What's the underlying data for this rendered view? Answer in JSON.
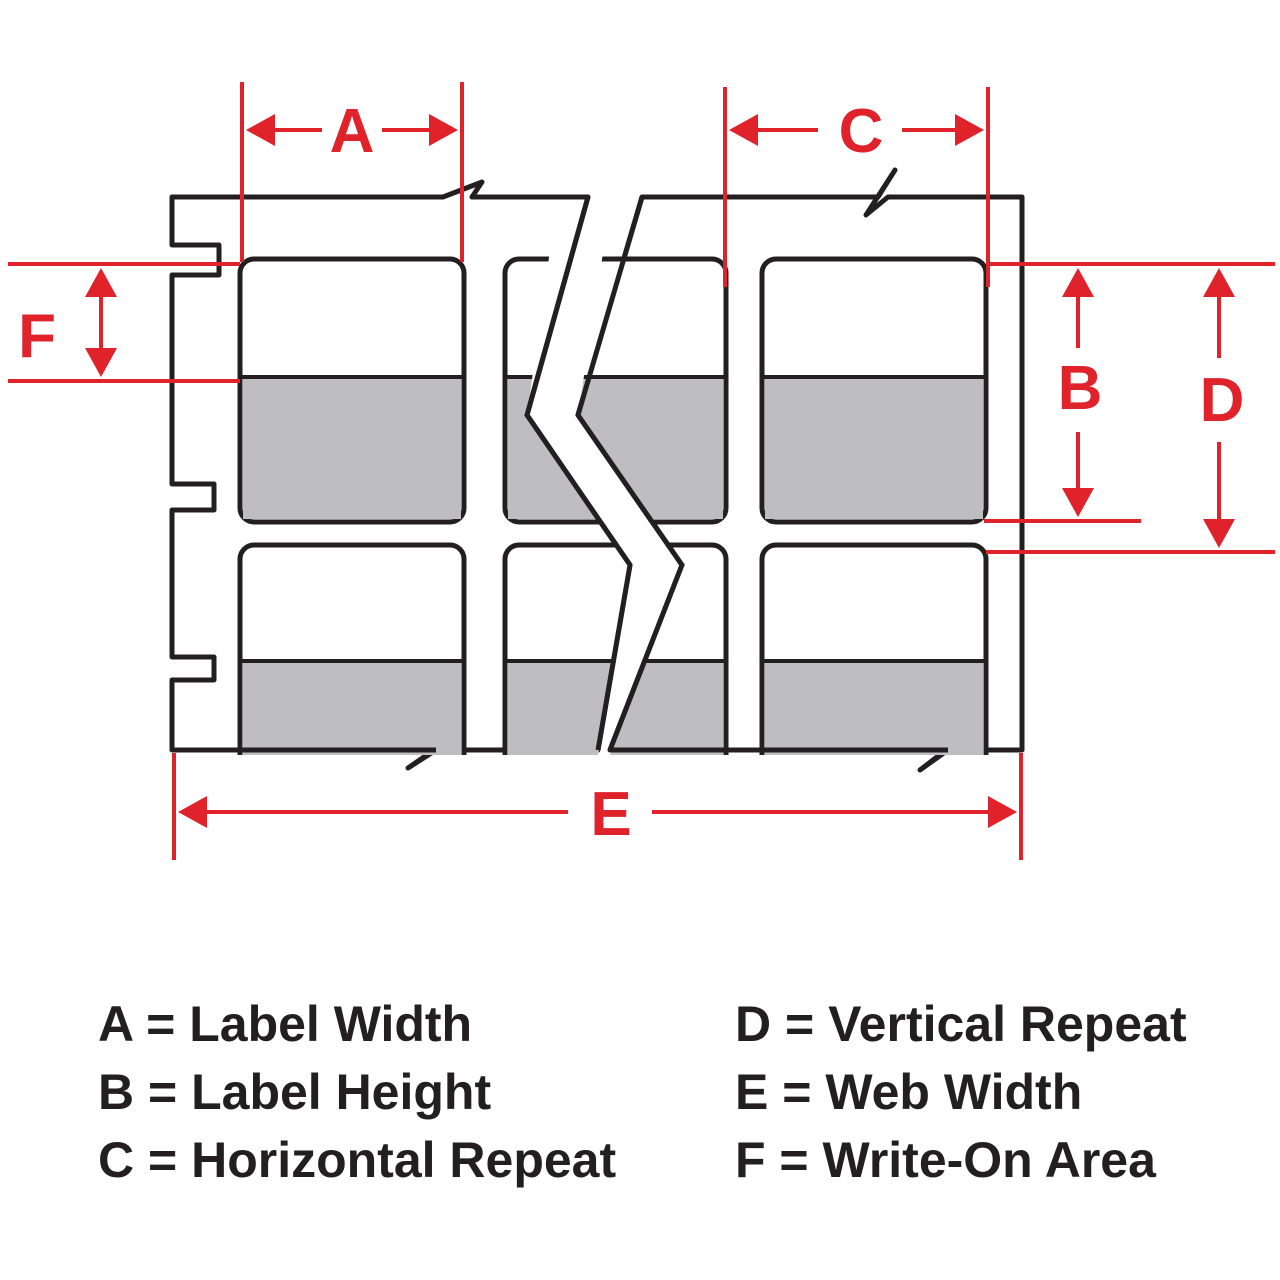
{
  "colors": {
    "dimension": "#e0222b",
    "outline": "#231f20",
    "write_on_area": "#bebdc0",
    "background": "#ffffff"
  },
  "dimensions": {
    "A": "A",
    "B": "B",
    "C": "C",
    "D": "D",
    "E": "E",
    "F": "F"
  },
  "legend": {
    "left": [
      "A = Label Width",
      "B = Label Height",
      "C = Horizontal Repeat"
    ],
    "right": [
      "D = Vertical Repeat",
      "E = Web Width",
      "F = Write-On Area"
    ]
  }
}
